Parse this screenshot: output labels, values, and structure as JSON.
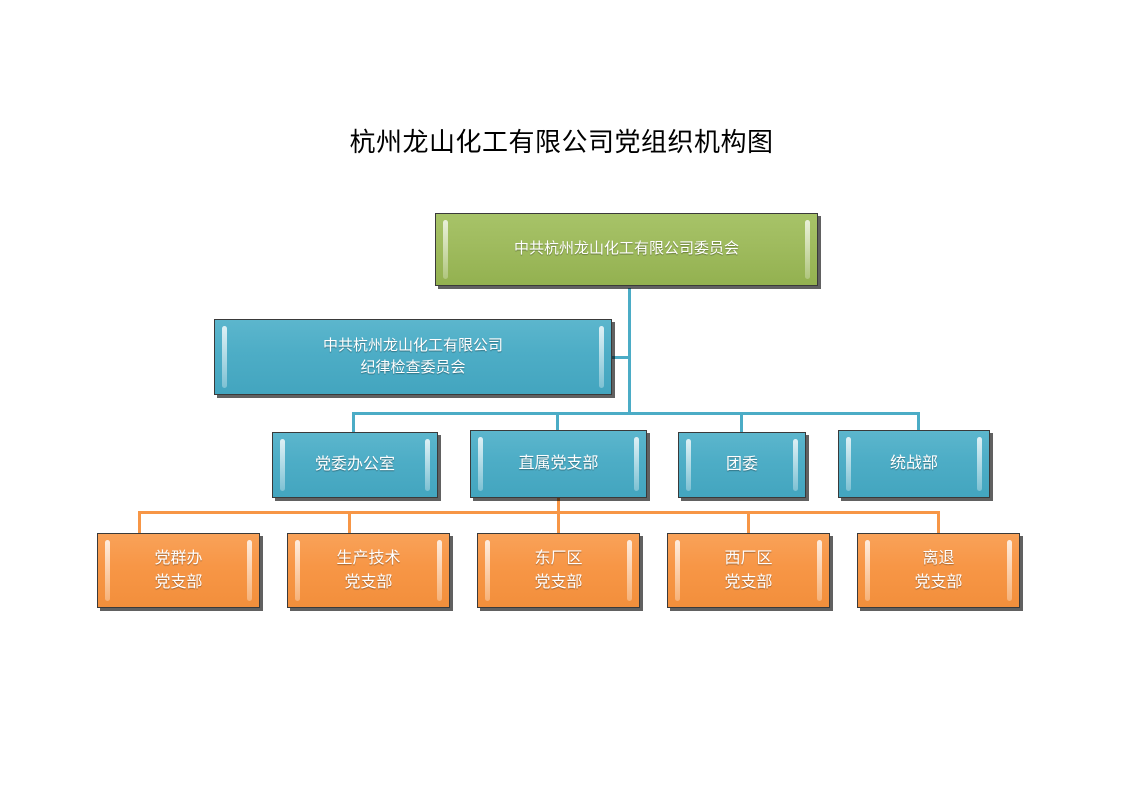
{
  "title": "杭州龙山化工有限公司党组织机构图",
  "colors": {
    "green": "#9BBB59",
    "blue": "#4BACC6",
    "orange": "#F79646",
    "background": "#FFFFFF",
    "text": "#FFFFFF",
    "title_text": "#000000",
    "border": "#3A3A3A"
  },
  "nodes": {
    "root": {
      "label": "中共杭州龙山化工有限公司委员会",
      "color": "green"
    },
    "discipline": {
      "line1": "中共杭州龙山化工有限公司",
      "line2": "纪律检查委员会",
      "color": "blue"
    },
    "departments": [
      {
        "label": "党委办公室",
        "color": "blue"
      },
      {
        "label": "直属党支部",
        "color": "blue"
      },
      {
        "label": "团委",
        "color": "blue"
      },
      {
        "label": "统战部",
        "color": "blue"
      }
    ],
    "branches": [
      {
        "line1": "党群办",
        "line2": "党支部",
        "color": "orange"
      },
      {
        "line1": "生产技术",
        "line2": "党支部",
        "color": "orange"
      },
      {
        "line1": "东厂区",
        "line2": "党支部",
        "color": "orange"
      },
      {
        "line1": "西厂区",
        "line2": "党支部",
        "color": "orange"
      },
      {
        "line1": "离退",
        "line2": "党支部",
        "color": "orange"
      }
    ]
  }
}
